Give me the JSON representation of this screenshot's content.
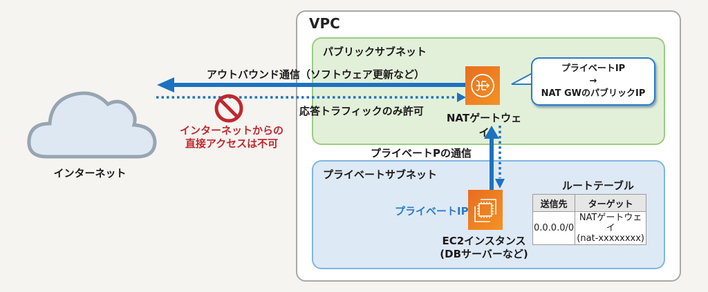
{
  "vpc": {
    "label": "VPC"
  },
  "public_subnet": {
    "label": "パブリックサブネット"
  },
  "private_subnet": {
    "label": "プライベートサブネット"
  },
  "internet": {
    "label": "インターネット",
    "icon": "cloud-icon"
  },
  "flows": {
    "outbound_label": "アウトバウンド通信（ソフトウェア更新など）",
    "response_label": "応答トラフィックのみ許可",
    "private_comm_label": "プライベートPの通信"
  },
  "blocked": {
    "icon": "no-entry-icon",
    "line1": "インターネットからの",
    "line2": "直接アクセスは不可"
  },
  "nat_gateway": {
    "label": "NATゲートウェイ",
    "icon": "nat-gateway-icon"
  },
  "ec2": {
    "label_line1": "EC2インスタンス",
    "label_line2": "(DBサーバーなど)",
    "icon": "ec2-instance-icon",
    "private_ip_label": "プライベートIP"
  },
  "bubble": {
    "line1": "プライベートIP",
    "line2": "→",
    "line3": "NAT GWのパブリックIP"
  },
  "route_table": {
    "title": "ルートテーブル",
    "headers": [
      "送信先",
      "ターゲット"
    ],
    "rows": [
      {
        "destination": "0.0.0.0/0",
        "target_line1": "NATゲートウェイ",
        "target_line2": "(nat-xxxxxxxx)"
      }
    ]
  },
  "colors": {
    "flow_blue": "#1d72c0",
    "blocked_red": "#c1272d",
    "aws_orange": "#ed7a1f",
    "public_green": "#e3f0d9",
    "private_blue": "#dde9f5"
  }
}
